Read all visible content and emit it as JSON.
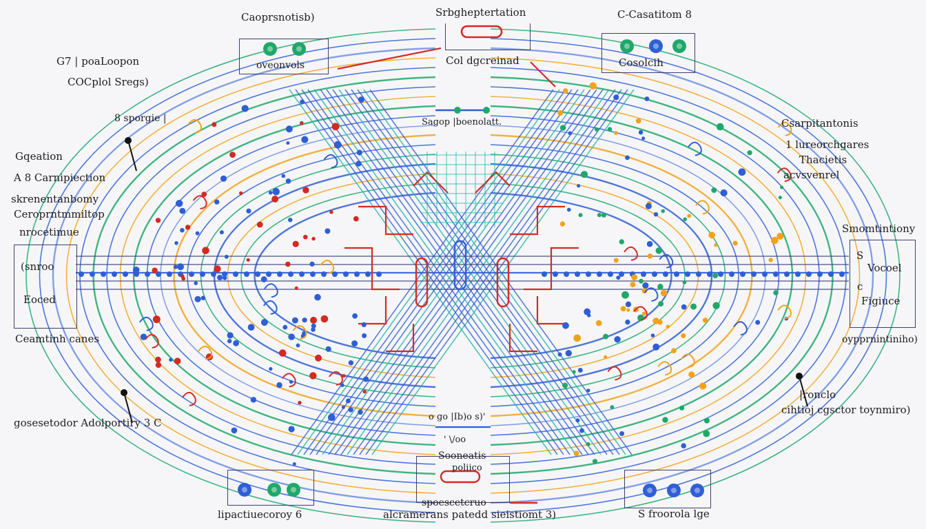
{
  "colors": {
    "background": "#f6f6f8",
    "blue": "#2f5fd4",
    "light_blue": "#6f8fe0",
    "green": "#1fa86a",
    "orange": "#f2a31b",
    "red": "#d42a22",
    "teal": "#24b3a8",
    "ink": "#1c1c22",
    "box_border": "#3b3f70"
  },
  "labels": {
    "top_left_box": "Caoprsnotisb)",
    "top_left_box_inner": "oveonvols",
    "top_center": "Srbgheptertation",
    "top_center_inner": "Col dgcreinad",
    "top_right": "C-Casatitom 8",
    "top_right_inner": "Cosolcih",
    "left_title_1": "G7 | poaLoopon",
    "left_title_2": "COCplol Sregs)",
    "left_small": "8 sporgie |",
    "left_l1": "Gqeation",
    "left_l2": "A 8 Carnipiection",
    "left_l3": "skrenentanbomy",
    "left_l4": "Ceroprntmmiltop",
    "left_l5": "nrocetimue",
    "left_box_1": "(snroo",
    "left_box_2": "Eoced",
    "left_bottom": "Ceamtinh canes",
    "left_lower": "gosesetodor Adolportiry  3 C",
    "center_chip": "Sagop |boenolatt.",
    "center_bottom_1": "Sooneatis",
    "center_bottom_2": "poliico",
    "center_bottom_3": "spoescetcruo",
    "center_bottom_4": "alcramerans patedd sieistiomt  3)",
    "center_lower_small": "o go  |Ib)o  s)'",
    "center_lower_small_2": "' \\/oo",
    "right_l1": "Csarpitantonis",
    "right_l2": "1 lureorchgares",
    "right_l3": "Thacietis",
    "right_l4": "acvsvenrel",
    "right_box_title": "Smomtintiony",
    "right_box_1": "Vocoel",
    "right_box_2": "Figiuce",
    "right_box_s": "S",
    "right_box_c": "c",
    "right_bottom": "oypprnintiniho)",
    "right_lower_1": "|ronclo",
    "right_lower_2": "cihtioj cgsctor toynmiro)",
    "bottom_left": "lipactiuecoroy 6",
    "bottom_right": "S froorola  lge"
  }
}
